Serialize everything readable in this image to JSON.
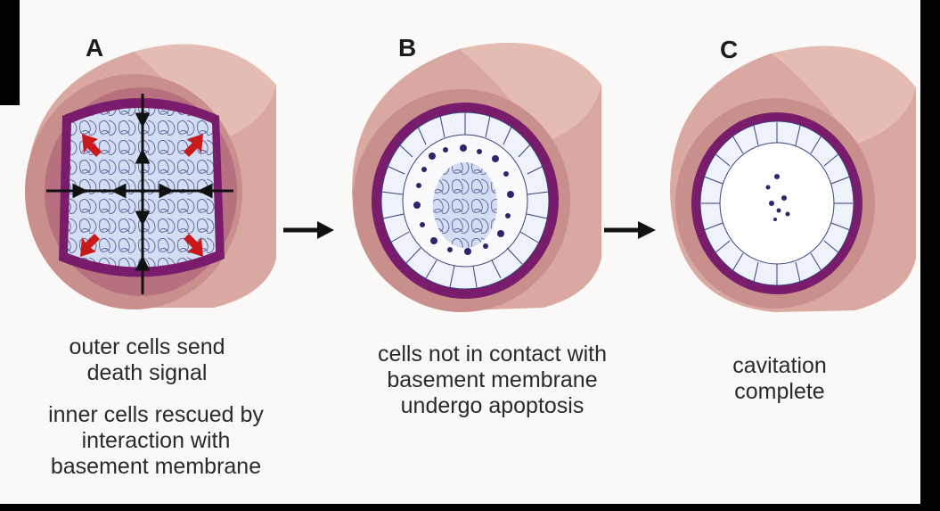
{
  "panels": [
    {
      "letter": "A",
      "caption_lines": [
        "outer cells send",
        "death signal"
      ],
      "caption2_lines": [
        "inner cells rescued by",
        "interaction with",
        "basement membrane"
      ]
    },
    {
      "letter": "B",
      "caption_lines": [
        "cells not in contact with",
        "basement membrane",
        "undergo apoptosis"
      ]
    },
    {
      "letter": "C",
      "caption_lines": [
        "cavitation",
        "complete"
      ]
    }
  ],
  "colors": {
    "tube_outer": "#d9a8a0",
    "tube_top": "#e7c1b6",
    "tube_front": "#c98f8c",
    "basement_membrane": "#7a1c6c",
    "lumen_cells": "#d3ddf3",
    "cell_outline": "#3a3f7a",
    "apoptotic": "#2d2470",
    "arrow_red": "#c81a1a"
  }
}
